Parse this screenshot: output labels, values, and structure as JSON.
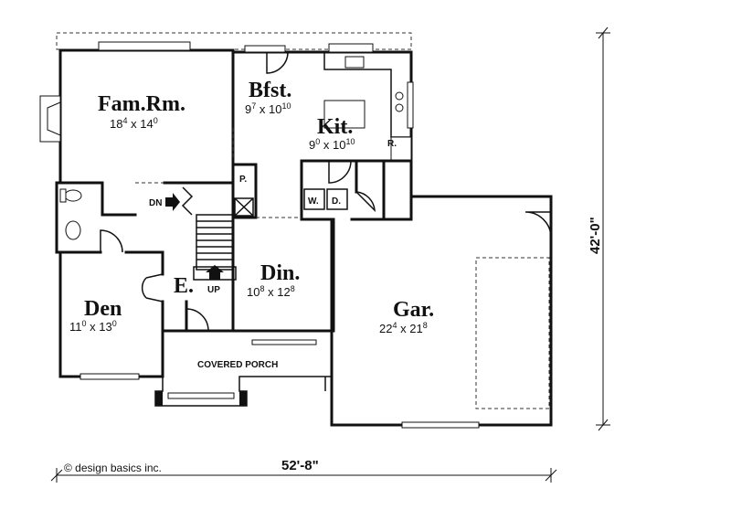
{
  "rooms": {
    "fam_rm": {
      "name": "Fam.Rm.",
      "w": "18",
      "w_in": "4",
      "l": "14",
      "l_in": "0"
    },
    "bfst": {
      "name": "Bfst.",
      "w": "9",
      "w_in": "7",
      "l": "10",
      "l_in": "10"
    },
    "kit": {
      "name": "Kit.",
      "w": "9",
      "w_in": "0",
      "l": "10",
      "l_in": "10"
    },
    "din": {
      "name": "Din.",
      "w": "10",
      "w_in": "8",
      "l": "12",
      "l_in": "8"
    },
    "den": {
      "name": "Den",
      "w": "11",
      "w_in": "0",
      "l": "13",
      "l_in": "0"
    },
    "gar": {
      "name": "Gar.",
      "w": "22",
      "w_in": "4",
      "l": "21",
      "l_in": "8"
    },
    "entry": {
      "name": "E."
    }
  },
  "dim_separator": "x",
  "labels": {
    "covered_porch": "COVERED PORCH",
    "pantry": "P.",
    "refrigerator": "R.",
    "washer": "W.",
    "dryer": "D.",
    "stairs_down": "DN",
    "stairs_up": "UP"
  },
  "dimensions": {
    "width": "52'-8\"",
    "depth": "42'-0\""
  },
  "copyright": "© design basics inc."
}
